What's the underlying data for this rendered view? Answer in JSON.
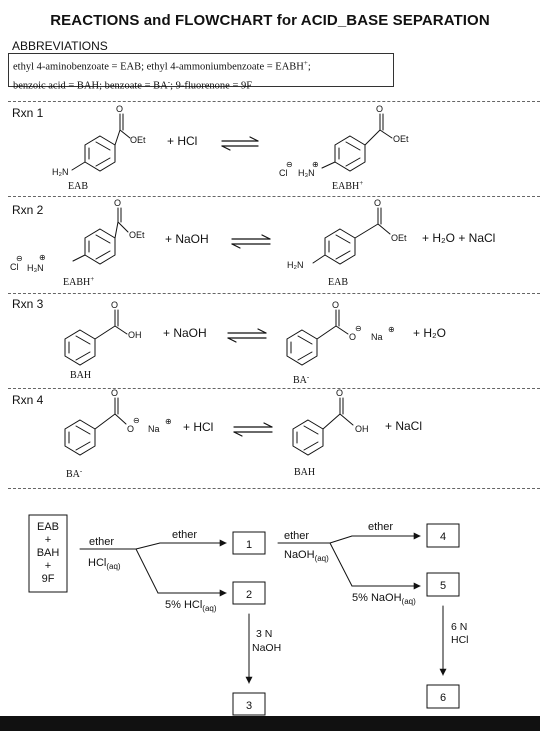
{
  "title": "REACTIONS and FLOWCHART for ACID_BASE SEPARATION",
  "abbreviations": {
    "heading": "ABBREVIATIONS",
    "line1": "ethyl 4-aminobenzoate = EAB; ethyl 4-ammoniumbenzoate = EABH",
    "line1_sup": "+",
    "line1_end": ";",
    "line2a": "benzoic acid = BAH; benzoate = BA",
    "line2_sup": "-",
    "line2b": "; 9-fluorenone = 9F"
  },
  "reactions": [
    {
      "label": "Rxn 1",
      "reagent": "+ HCl",
      "left_name": "EAB",
      "right_name": "EABH",
      "right_sup": "+"
    },
    {
      "label": "Rxn 2",
      "reagent": "+ NaOH",
      "left_name": "EABH",
      "left_sup": "+",
      "right_name": "EAB",
      "products": "+ H₂O + NaCl"
    },
    {
      "label": "Rxn 3",
      "reagent": "+ NaOH",
      "left_name": "BAH",
      "right_name": "BA",
      "right_sup": "-",
      "products": "+ H₂O"
    },
    {
      "label": "Rxn 4",
      "reagent": "+ HCl",
      "left_name": "BA",
      "left_sup": "-",
      "right_name": "BAH",
      "products": "+ NaCl"
    }
  ],
  "atoms": {
    "oet": "OEt",
    "oh": "OH",
    "o": "O",
    "o_minus": "O",
    "na": "Na",
    "h2n": "H₂N",
    "h3n": "H₃N",
    "cl": "Cl",
    "oplus": "⊕",
    "ominus": "⊖"
  },
  "flowchart": {
    "start_lines": [
      "EAB",
      "+",
      "BAH",
      "+",
      "9F"
    ],
    "step1_top": "ether",
    "step1_bottom": "HCl",
    "step1_bottom_sub": "(aq)",
    "branch1_up": "ether",
    "branch1_down": "5% HCl",
    "branch1_down_sub": "(aq)",
    "box1": "1",
    "box2": "2",
    "step2_top": "ether",
    "step2_bottom": "NaOH",
    "step2_bottom_sub": "(aq)",
    "branch2_up": "ether",
    "branch2_down": "5% NaOH",
    "branch2_down_sub": "(aq)",
    "box4": "4",
    "box5": "5",
    "down1_line1": "3 N",
    "down1_line2": "NaOH",
    "box3": "3",
    "down2_line1": "6 N",
    "down2_line2": "HCl",
    "box6": "6"
  }
}
